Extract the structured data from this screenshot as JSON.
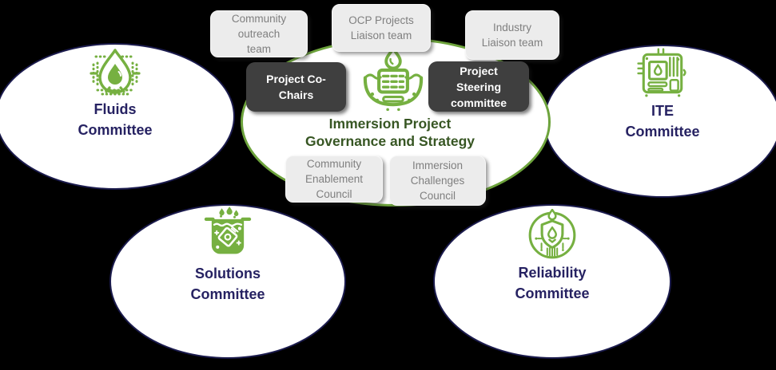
{
  "colors": {
    "background": "#000000",
    "accent_green": "#76b041",
    "central_ellipse_border": "#6da33c",
    "central_title_green": "#375623",
    "committee_text_navy": "#262262",
    "committee_border_navy": "#1b1b4d",
    "gray_box_bg": "#ececec",
    "gray_box_text": "#7f7f7f",
    "dark_box_bg": "#3f3f3f",
    "dark_box_text": "#ffffff"
  },
  "center": {
    "title": "Immersion Project\nGovernance and Strategy",
    "icon": "immersion-cooling-icon"
  },
  "teams": {
    "community_outreach": {
      "label": "Community\noutreach\nteam",
      "style": "light"
    },
    "ocp_projects": {
      "label": "OCP Projects\nLiaison team",
      "style": "light"
    },
    "industry_liaison": {
      "label": "Industry\nLiaison team",
      "style": "light"
    },
    "project_cochairs": {
      "label": "Project Co-\nChairs",
      "style": "dark"
    },
    "project_steering": {
      "label": "Project\nSteering\ncommittee",
      "style": "dark"
    },
    "community_enablement": {
      "label": "Community\nEnablement\nCouncil",
      "style": "light"
    },
    "immersion_challenges": {
      "label": "Immersion\nChallenges\nCouncil",
      "style": "light"
    }
  },
  "committees": {
    "fluids": {
      "label": "Fluids\nCommittee",
      "icon": "fluids-droplet-icon"
    },
    "ite": {
      "label": "ITE\nCommittee",
      "icon": "ite-motherboard-icon"
    },
    "solutions": {
      "label": "Solutions\nCommittee",
      "icon": "solutions-immersion-tank-icon"
    },
    "reliability": {
      "label": "Reliability\nCommittee",
      "icon": "reliability-shield-icon"
    }
  },
  "icons": {
    "immersion-cooling-icon": "droplet above server submerged in tank",
    "fluids-droplet-icon": "liquid droplet with dotted halo",
    "ite-motherboard-icon": "motherboard with droplet cpu",
    "solutions-immersion-tank-icon": "immersion tank with circuit board and drops",
    "reliability-shield-icon": "shield with droplet in circuit circle"
  }
}
